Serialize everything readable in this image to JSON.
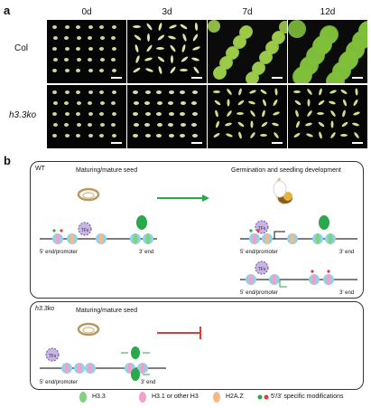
{
  "panel_a": {
    "letter": "a",
    "columns": [
      "0d",
      "3d",
      "7d",
      "12d"
    ],
    "rows": [
      "Col",
      "h3.3ko"
    ]
  },
  "panel_b": {
    "letter": "b",
    "wt_box": {
      "label": "WT",
      "left_title": "Maturing/mature seed",
      "right_title": "Germination and seedling development",
      "five_prime": "5' end/promoter",
      "three_prime": "3' end",
      "tfs": "TFs",
      "h2az": "H2A.Z"
    },
    "ko_box": {
      "label": "h3.3ko",
      "title": "Maturing/mature seed",
      "five_prime": "5' end/promoter",
      "three_prime": "3' end",
      "tfs": "TFs",
      "h2az": "H2A.Z"
    },
    "legend": [
      "H3.3",
      "H3.1 or other H3",
      "H2A.Z",
      "5'/3' specific modifications"
    ]
  },
  "colors": {
    "h33": "#7fd27f",
    "h31": "#f2a0c8",
    "h2az": "#f4b98a",
    "nucleosome": "#8fd3e8",
    "green_arrow": "#2aa84a",
    "red_block": "#e03a3a",
    "tf": "#c9b4e6"
  }
}
